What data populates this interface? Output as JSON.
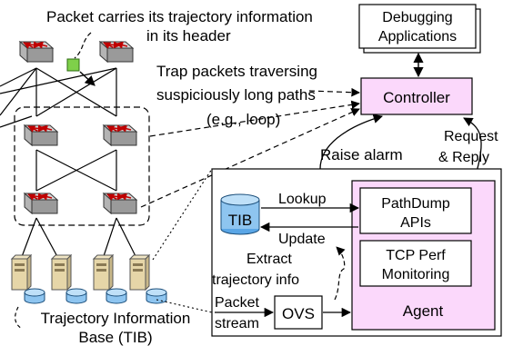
{
  "labels": {
    "header_line1": "Packet carries its trajectory information",
    "header_line2": "in its header",
    "trap_line1": "Trap packets traversing",
    "trap_line2": "suspiciously long paths",
    "trap_line3": "(e.g., loop)",
    "debug_line1": "Debugging",
    "debug_line2": "Applications",
    "controller": "Controller",
    "raise_alarm": "Raise alarm",
    "request_line1": "Request",
    "request_line2": "& Reply",
    "pathdump_line1": "PathDump",
    "pathdump_line2": "APIs",
    "tcp_line1": "TCP Perf",
    "tcp_line2": "Monitoring",
    "agent": "Agent",
    "tib": "TIB",
    "lookup": "Lookup",
    "update": "Update",
    "extract_line1": "Extract",
    "extract_line2": "trajectory info",
    "packet_stream_line1": "Packet",
    "packet_stream_line2": "stream",
    "ovs": "OVS",
    "tib_caption_line1": "Trajectory Information",
    "tib_caption_line2": "Base (TIB)"
  },
  "colors": {
    "controller_fill": "#fbd8fb",
    "agent_fill": "#fbd8fb",
    "tib_fill": "#8ec5f0",
    "packet_fill": "#7fd04a",
    "switch_top": "#d6d6d6",
    "switch_side": "#9a9a9a",
    "server_fill": "#e6d6a8",
    "switch_arrow": "#c00000"
  }
}
